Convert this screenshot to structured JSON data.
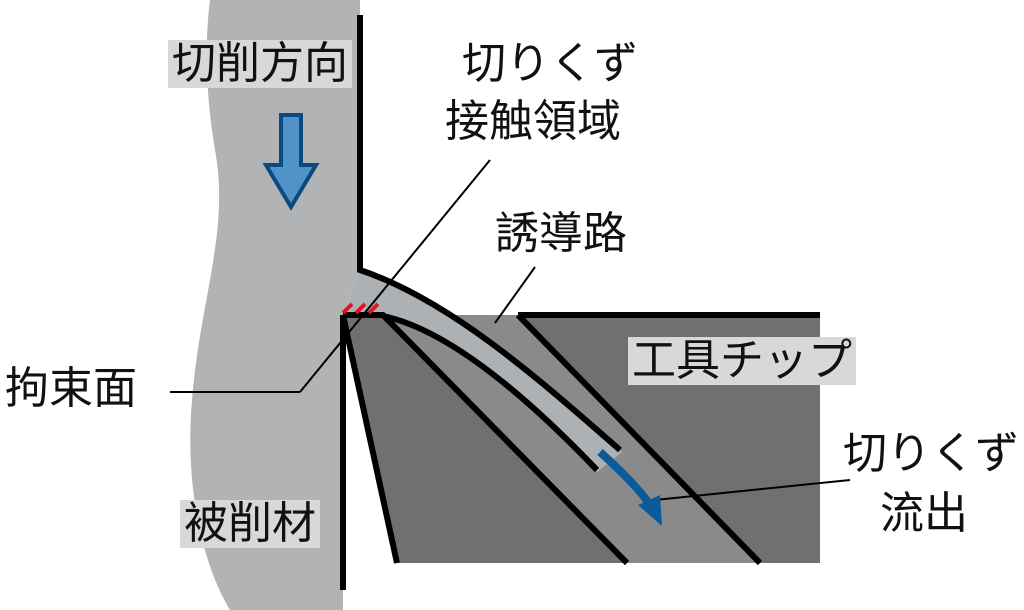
{
  "labels": {
    "cutting_direction": "切削方向",
    "chip_contact_line1": "切りくず",
    "chip_contact_line2": "接触領域",
    "guide_path": "誘導路",
    "restraint_surface": "拘束面",
    "tool_tip": "工具チップ",
    "chip_flow_line1": "切りくず",
    "chip_flow_line2": "流出",
    "workpiece": "被削材"
  },
  "colors": {
    "workpiece": "#b1b3b4",
    "tool": "#707070",
    "groove": "#8a8a8a",
    "chip": "#aeb1b3",
    "arrow": "#0b5a9a",
    "hatch": "#e0141e"
  }
}
